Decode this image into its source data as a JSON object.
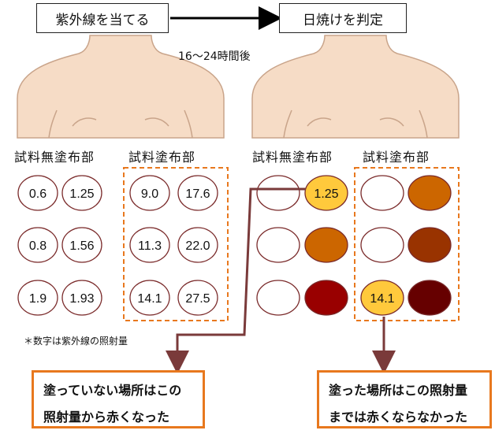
{
  "header": {
    "step1": "紫外線を当てる",
    "step2": "日焼けを判定",
    "interval": "16〜24時間後"
  },
  "left_panel": {
    "untreated_label": "試料無塗布部",
    "treated_label": "試料塗布部",
    "untreated_values": [
      [
        "0.6",
        "1.25"
      ],
      [
        "0.8",
        "1.56"
      ],
      [
        "1.9",
        "1.93"
      ]
    ],
    "treated_values": [
      [
        "9.0",
        "17.6"
      ],
      [
        "11.3",
        "22.0"
      ],
      [
        "14.1",
        "27.5"
      ]
    ]
  },
  "right_panel": {
    "untreated_label": "試料無塗布部",
    "treated_label": "試料塗布部",
    "highlight_untreated": "1.25",
    "highlight_treated": "14.1"
  },
  "footnote": "＊数字は紫外線の照射量",
  "callouts": {
    "left_line1": "塗っていない場所はこの",
    "left_line2": "照射量から赤くなった",
    "right_line1": "塗った場所はこの照射量",
    "right_line2": "までは赤くならなかった"
  },
  "colors": {
    "skin": "#f6dcc6",
    "skin_outline": "#c9a48a",
    "circle_outline": "#7a2a2a",
    "yellow": "#ffc93c",
    "orange": "#cc6600",
    "brown": "#993300",
    "red": "#990000",
    "dark_red": "#660000",
    "dash": "#e8781e",
    "pointer": "#7a3a3a"
  }
}
